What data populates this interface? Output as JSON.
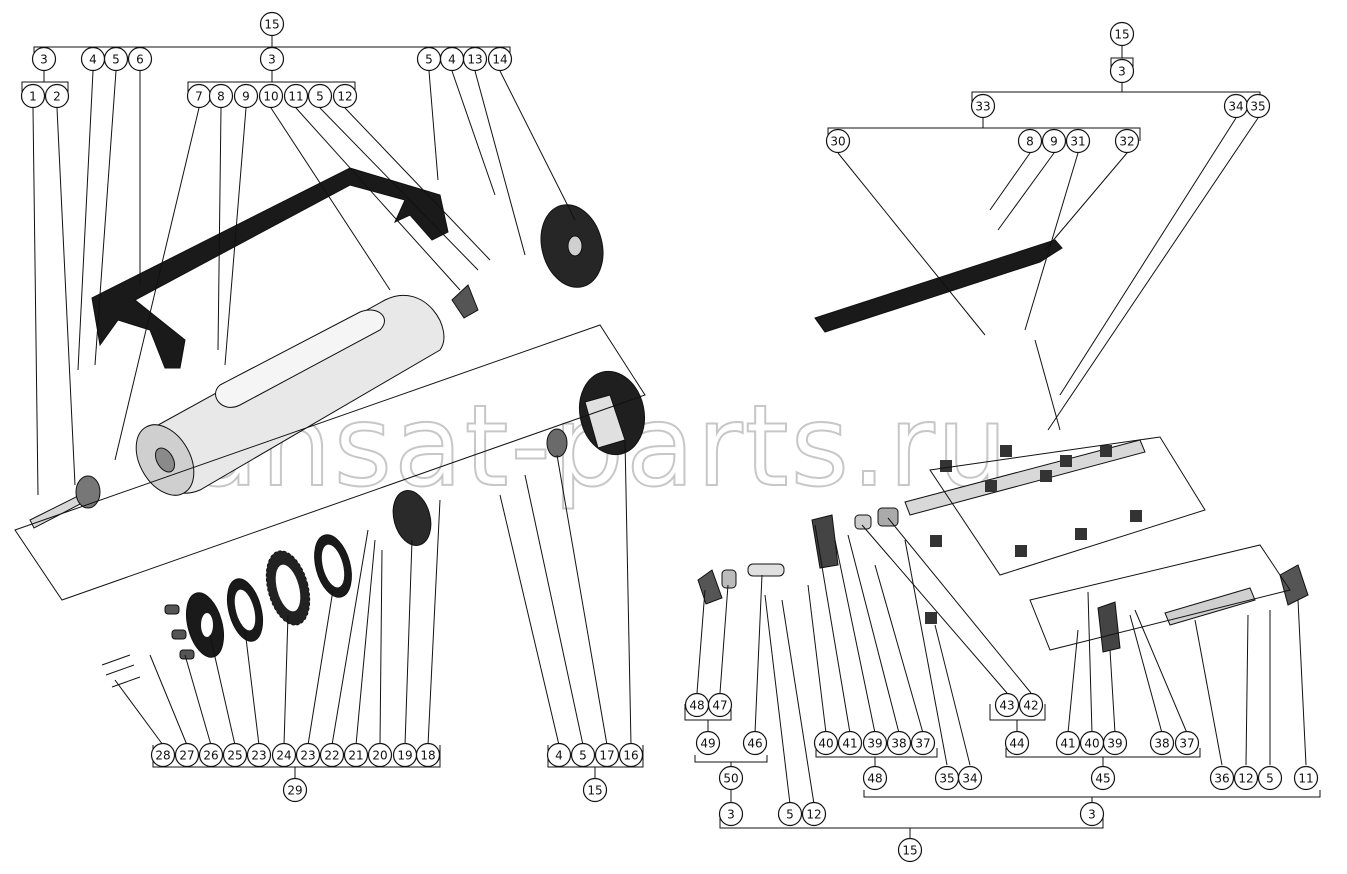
{
  "diagram": {
    "watermark": "ahsat-parts.ru",
    "callouts": [
      "15",
      "3",
      "3",
      "1",
      "2",
      "4",
      "5",
      "6",
      "7",
      "8",
      "9",
      "10",
      "11",
      "5",
      "12",
      "5",
      "4",
      "13",
      "14",
      "28",
      "27",
      "26",
      "25",
      "23",
      "24",
      "23",
      "22",
      "21",
      "20",
      "19",
      "18",
      "29",
      "4",
      "5",
      "17",
      "16",
      "15",
      "15",
      "3",
      "33",
      "34",
      "35",
      "30",
      "8",
      "9",
      "31",
      "32",
      "48",
      "47",
      "49",
      "46",
      "50",
      "3",
      "5",
      "12",
      "40",
      "41",
      "39",
      "38",
      "37",
      "48",
      "35",
      "34",
      "43",
      "42",
      "44",
      "41",
      "40",
      "39",
      "38",
      "37",
      "45",
      "36",
      "12",
      "5",
      "11",
      "3",
      "15"
    ]
  }
}
